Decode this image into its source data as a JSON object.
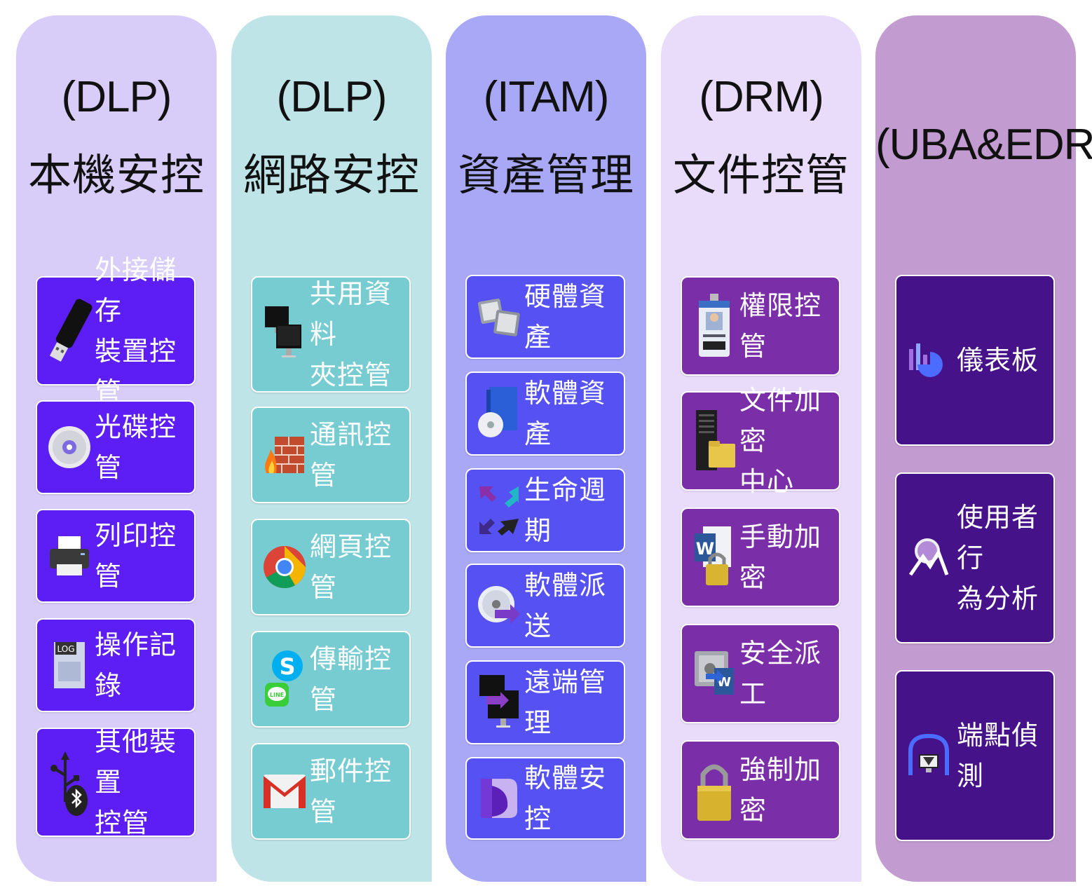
{
  "colors": {
    "col1_bg": "#d8cdf9",
    "col2_bg": "#bee4e8",
    "col3_bg": "#a9a8f7",
    "col4_bg": "#e9dcfb",
    "col5_bg": "#c29bd0"
  },
  "columns": [
    {
      "code": "(DLP)",
      "name": "本機安控",
      "items": [
        {
          "label": "外接儲存\n裝置控管",
          "icon": "usb-drive-icon"
        },
        {
          "label": "光碟控管",
          "icon": "disc-icon"
        },
        {
          "label": "列印控管",
          "icon": "printer-icon"
        },
        {
          "label": "操作記錄",
          "icon": "log-file-icon"
        },
        {
          "label": "其他裝置\n控管",
          "icon": "usb-bluetooth-icon"
        }
      ]
    },
    {
      "code": "(DLP)",
      "name": "網路安控",
      "items": [
        {
          "label": "共用資料\n夾控管",
          "icon": "shared-computers-icon"
        },
        {
          "label": "通訊控管",
          "icon": "firewall-icon"
        },
        {
          "label": "網頁控管",
          "icon": "chrome-icon"
        },
        {
          "label": "傳輸控管",
          "icon": "skype-line-icon"
        },
        {
          "label": "郵件控管",
          "icon": "gmail-icon"
        }
      ]
    },
    {
      "code": "(ITAM)",
      "name": "資產管理",
      "items": [
        {
          "label": "硬體資產",
          "icon": "cpu-chips-icon"
        },
        {
          "label": "軟體資產",
          "icon": "software-box-icon"
        },
        {
          "label": "生命週期",
          "icon": "lifecycle-arrows-icon"
        },
        {
          "label": "軟體派送",
          "icon": "disc-deploy-icon"
        },
        {
          "label": "遠端管理",
          "icon": "remote-monitor-icon"
        },
        {
          "label": "軟體安控",
          "icon": "software-shield-icon"
        }
      ]
    },
    {
      "code": "(DRM)",
      "name": "文件控管",
      "items": [
        {
          "label": "權限控管",
          "icon": "id-badge-icon"
        },
        {
          "label": "文件加密\n中心",
          "icon": "server-folder-icon"
        },
        {
          "label": "手動加密",
          "icon": "word-lock-icon"
        },
        {
          "label": "安全派工",
          "icon": "safe-word-icon"
        },
        {
          "label": "強制加密",
          "icon": "padlock-icon"
        }
      ]
    },
    {
      "code": "(UBA&EDR)",
      "name": "",
      "items": [
        {
          "label": "儀表板",
          "icon": "dashboard-chart-icon"
        },
        {
          "label": "使用者行\n為分析",
          "icon": "behavior-analysis-icon"
        },
        {
          "label": "端點偵測",
          "icon": "endpoint-detection-icon"
        }
      ]
    }
  ]
}
